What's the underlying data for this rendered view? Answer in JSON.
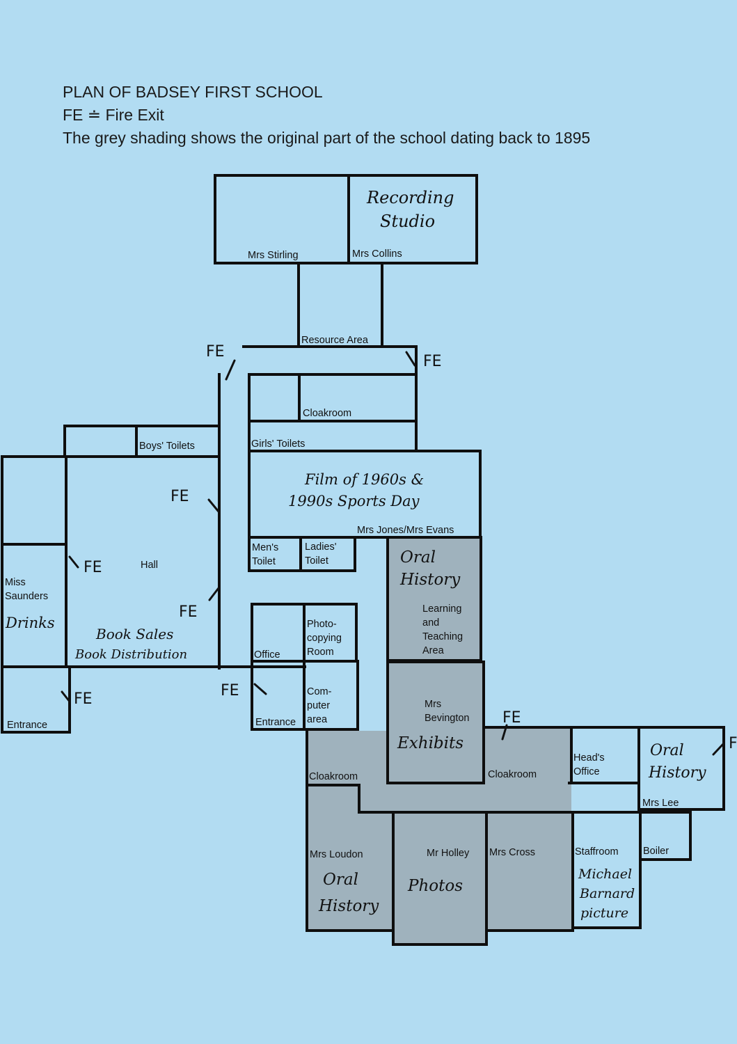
{
  "header": {
    "title": "PLAN OF BADSEY FIRST SCHOOL",
    "key": "FE ≐ Fire Exit",
    "note": "The grey shading shows the original part of the school dating back to 1895"
  },
  "rooms": {
    "mrs_stirling": "Mrs Stirling",
    "mrs_collins": "Mrs Collins",
    "resource_area": "Resource Area",
    "cloakroom_top": "Cloakroom",
    "boys_toilets": "Boys' Toilets",
    "girls_toilets": "Girls' Toilets",
    "mrs_jones_evans": "Mrs Jones/Mrs Evans",
    "mens_toilet": [
      "Men's",
      "Toilet"
    ],
    "ladies_toilet": [
      "Ladies'",
      "Toilet"
    ],
    "hall": "Hall",
    "miss_saunders": [
      "Miss",
      "Saunders"
    ],
    "office": "Office",
    "photocopying": [
      "Photo-",
      "copying",
      "Room"
    ],
    "learning_area": [
      "Learning",
      "and",
      "Teaching",
      "Area"
    ],
    "entrance_left": "Entrance",
    "entrance_mid": "Entrance",
    "computer_area": [
      "Com-",
      "puter",
      "area"
    ],
    "mrs_bevington": [
      "Mrs",
      "Bevington"
    ],
    "cloakroom_mid": "Cloakroom",
    "cloakroom_right": "Cloakroom",
    "heads_office": [
      "Head's",
      "Office"
    ],
    "mrs_lee": "Mrs Lee",
    "mrs_loudon": "Mrs Loudon",
    "mr_holley": "Mr Holley",
    "mrs_cross": "Mrs Cross",
    "staffroom": "Staffroom",
    "boiler": "Boiler"
  },
  "handwritten": {
    "recording": [
      "Recording",
      "Studio"
    ],
    "film": [
      "Film of 1960s &",
      "1990s Sports Day"
    ],
    "oral_history_1": [
      "Oral",
      "History"
    ],
    "oral_history_2": [
      "Oral",
      "History"
    ],
    "oral_history_3": [
      "Oral",
      "History"
    ],
    "drinks": "Drinks",
    "book_sales": "Book Sales",
    "book_distribution": "Book Distribution",
    "exhibits": "Exhibits",
    "photos": "Photos",
    "michael": [
      "Michael",
      "Barnard",
      "picture"
    ]
  },
  "fire_exit": "FE",
  "colors": {
    "paper": "#b2dcf2",
    "shading": "#9fb2bd",
    "ink": "#0e0e0e"
  }
}
